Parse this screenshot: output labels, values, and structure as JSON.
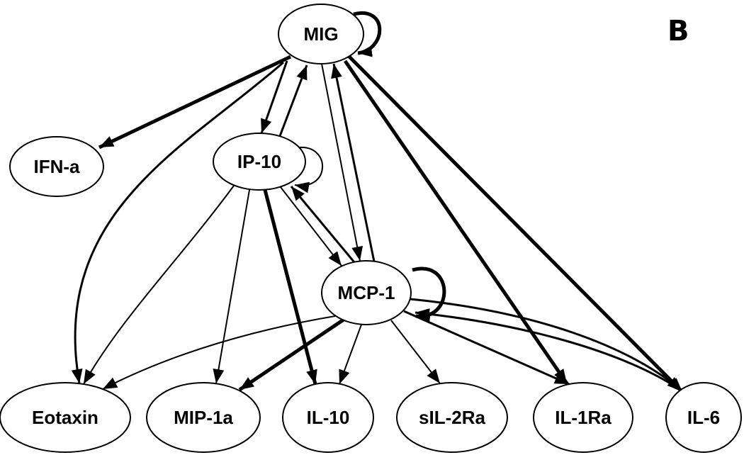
{
  "panel_label": "B",
  "nodes": {
    "MIG": "MIG",
    "IFNa": "IFN-a",
    "IP10": "IP-10",
    "MCP1": "MCP-1",
    "Eotaxin": "Eotaxin",
    "MIP1a": "MIP-1a",
    "IL10": "IL-10",
    "sIL2Ra": "sIL-2Ra",
    "IL1Ra": "IL-1Ra",
    "IL6": "IL-6"
  },
  "edges": [
    {
      "from": "MIG",
      "to": "MIG",
      "weight": "thick"
    },
    {
      "from": "MIG",
      "to": "IFNa",
      "weight": "thick"
    },
    {
      "from": "MIG",
      "to": "IP10",
      "weight": "medium"
    },
    {
      "from": "IP10",
      "to": "MIG",
      "weight": "medium"
    },
    {
      "from": "MIG",
      "to": "MCP1",
      "weight": "thin"
    },
    {
      "from": "MCP1",
      "to": "MIG",
      "weight": "medium"
    },
    {
      "from": "MIG",
      "to": "Eotaxin",
      "weight": "medium"
    },
    {
      "from": "MIG",
      "to": "IL1Ra",
      "weight": "thick"
    },
    {
      "from": "MIG",
      "to": "IL6",
      "weight": "thick"
    },
    {
      "from": "IP10",
      "to": "IP10",
      "weight": "thin"
    },
    {
      "from": "IP10",
      "to": "MCP1",
      "weight": "thin"
    },
    {
      "from": "MCP1",
      "to": "IP10",
      "weight": "medium"
    },
    {
      "from": "IP10",
      "to": "Eotaxin",
      "weight": "thin"
    },
    {
      "from": "IP10",
      "to": "MIP1a",
      "weight": "thin"
    },
    {
      "from": "IP10",
      "to": "IL10",
      "weight": "thick"
    },
    {
      "from": "MCP1",
      "to": "MCP1",
      "weight": "thick"
    },
    {
      "from": "MCP1",
      "to": "Eotaxin",
      "weight": "thin"
    },
    {
      "from": "MCP1",
      "to": "MIP1a",
      "weight": "thick"
    },
    {
      "from": "MCP1",
      "to": "IL10",
      "weight": "thin"
    },
    {
      "from": "MCP1",
      "to": "sIL2Ra",
      "weight": "thin"
    },
    {
      "from": "MCP1",
      "to": "IL1Ra",
      "weight": "medium"
    },
    {
      "from": "MCP1",
      "to": "IL6",
      "weight": "medium"
    },
    {
      "from": "IL6",
      "to": "MCP1",
      "weight": "medium"
    }
  ]
}
